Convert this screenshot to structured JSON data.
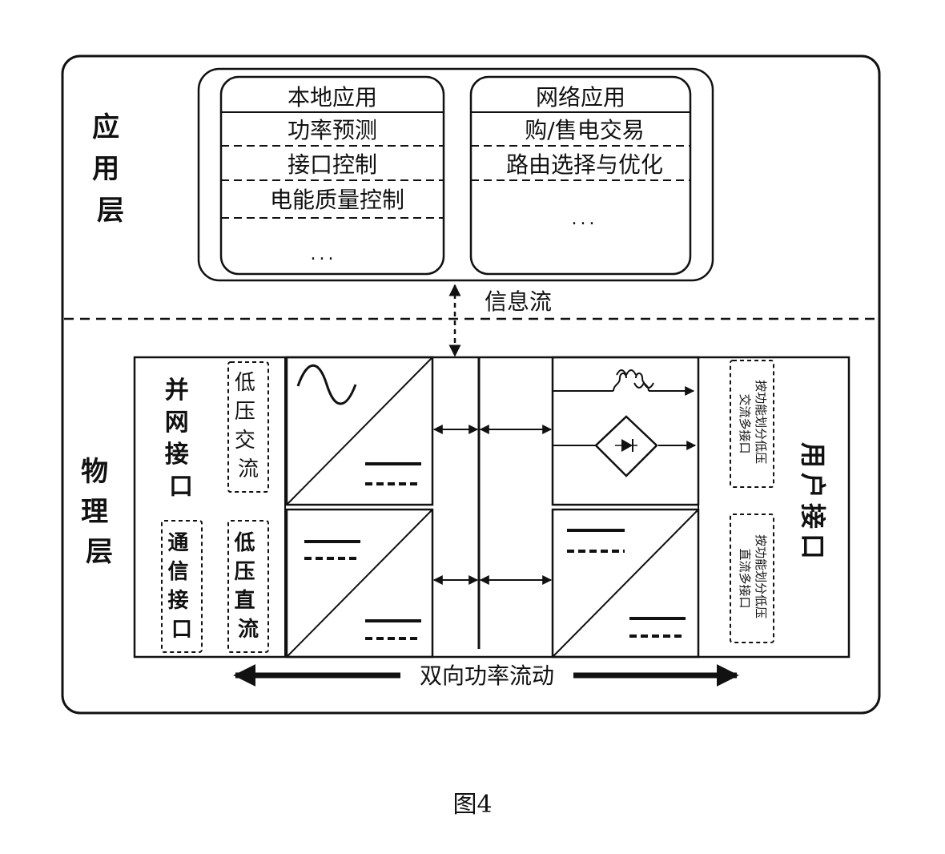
{
  "layers": {
    "application": "应用层",
    "physical": "物理层"
  },
  "local_apps": {
    "title": "本地应用",
    "items": [
      "功率预测",
      "接口控制",
      "电能质量控制",
      "..."
    ]
  },
  "network_apps": {
    "title": "网络应用",
    "items": [
      "购/售电交易",
      "路由选择与优化",
      "..."
    ]
  },
  "info_flow": "信息流",
  "grid_interface": {
    "title": "并网接口",
    "low_ac": "低压交流",
    "low_dc": "低压直流",
    "comm": "通信接口"
  },
  "user_interface": {
    "title": "用户接口",
    "ac_multi": "按功能划分低压交流多接口",
    "dc_multi": "按功能划分低压直流多接口"
  },
  "power_flow": "双向功率流动",
  "caption": "图4"
}
